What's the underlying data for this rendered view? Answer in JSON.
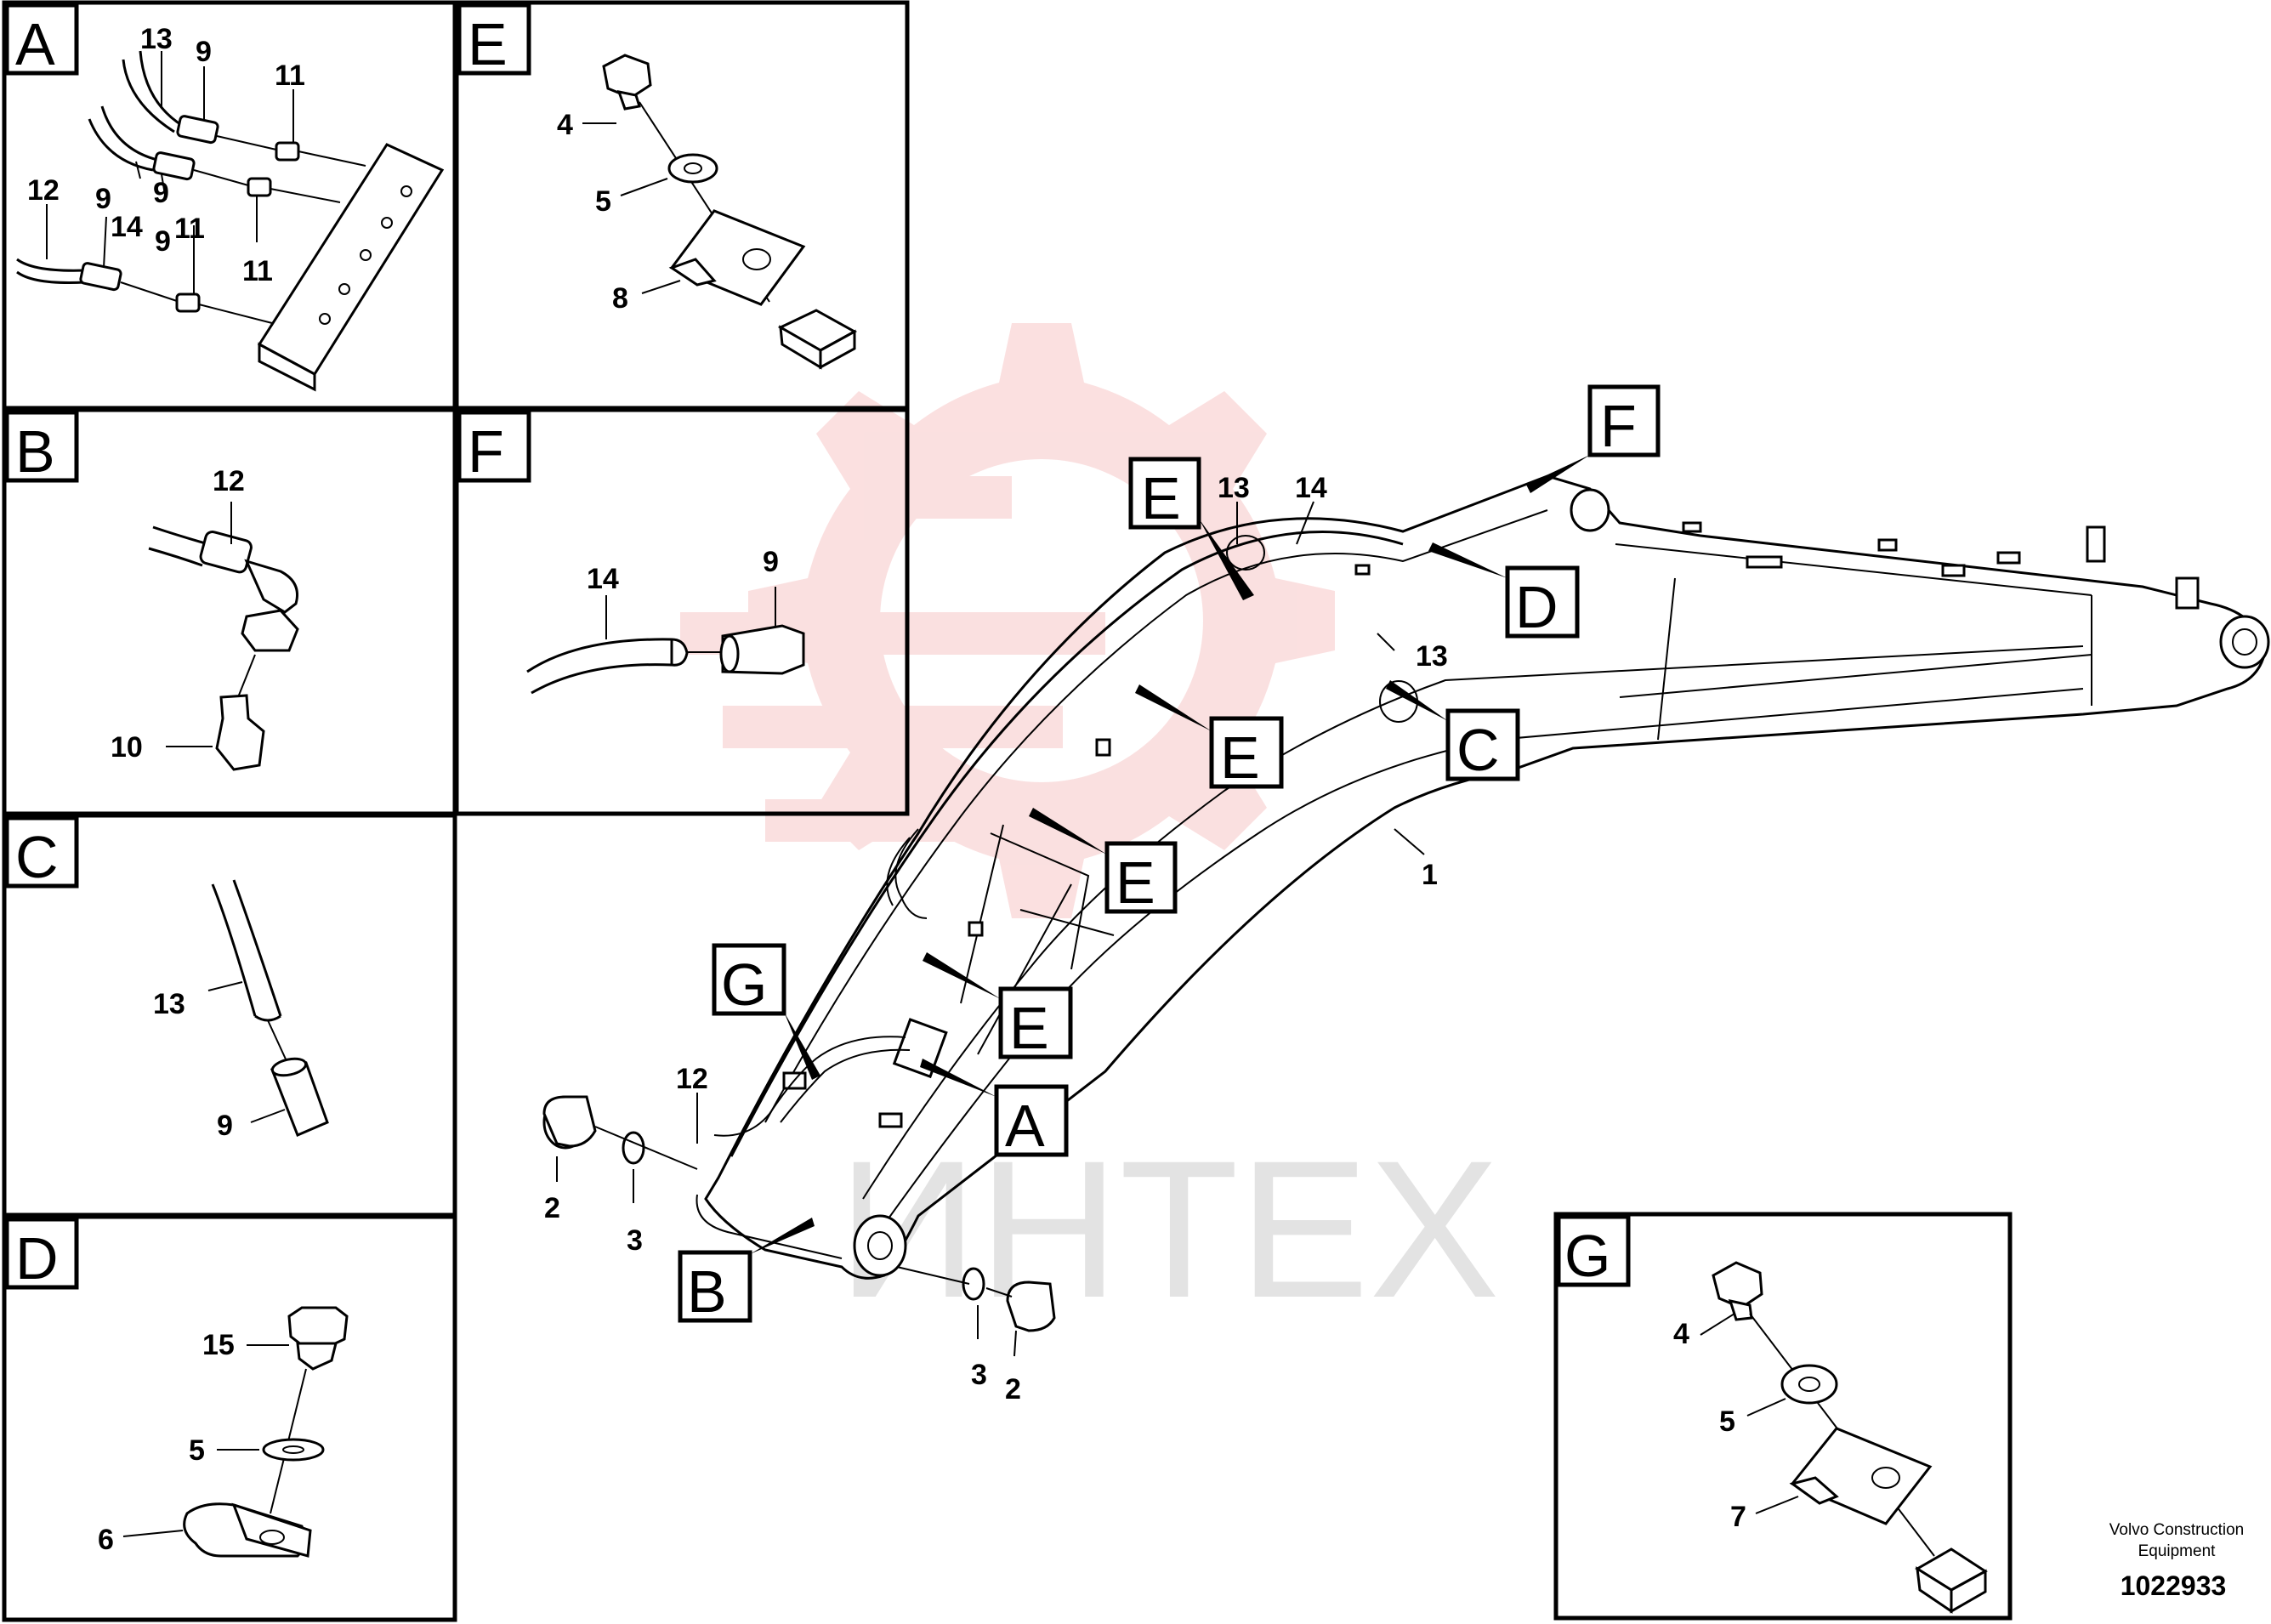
{
  "panels": {
    "A": {
      "letter": "A",
      "labels": [
        "13",
        "9",
        "11",
        "9",
        "14",
        "9",
        "12",
        "9",
        "14",
        "9",
        "11",
        "11"
      ]
    },
    "B": {
      "letter": "B",
      "labels": [
        "12",
        "10"
      ]
    },
    "C": {
      "letter": "C",
      "labels": [
        "13",
        "9"
      ]
    },
    "D": {
      "letter": "D",
      "labels": [
        "15",
        "5",
        "6"
      ]
    },
    "E": {
      "letter": "E",
      "labels": [
        "4",
        "5",
        "8"
      ]
    },
    "F": {
      "letter": "F",
      "labels": [
        "14",
        "9"
      ]
    },
    "G": {
      "letter": "G",
      "labels": [
        "4",
        "5",
        "7"
      ]
    }
  },
  "main": {
    "detail_tags": [
      "E",
      "F",
      "D",
      "C",
      "E",
      "E",
      "E",
      "G",
      "A",
      "B"
    ],
    "part_labels": [
      "13",
      "14",
      "13",
      "1",
      "12",
      "2",
      "3",
      "3",
      "2"
    ]
  },
  "watermark": "ИНТЕХ",
  "footer": {
    "caption_line1": "Volvo Construction",
    "caption_line2": "Equipment",
    "drawing_number": "1022933"
  }
}
